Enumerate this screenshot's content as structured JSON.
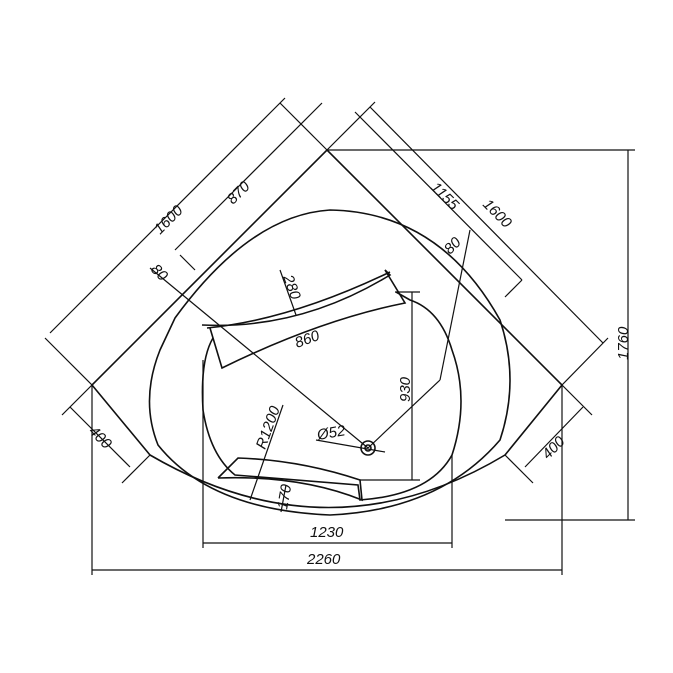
{
  "drawing": {
    "type": "corner bathtub top view",
    "dimensions": {
      "left_side_outer": "1600",
      "left_side_inner": "870",
      "right_side_inner": "1155",
      "right_side_outer": "1600",
      "rim_left": "80",
      "rim_right": "80",
      "headrest_depth": "280",
      "headrest_width": "860",
      "inner_depth": "930",
      "total_depth": "1760",
      "front_radius": "R1200",
      "drain": "Ø52",
      "step": "170",
      "left_end": "400",
      "right_end": "400",
      "inner_width": "1230",
      "total_width": "2260"
    }
  }
}
